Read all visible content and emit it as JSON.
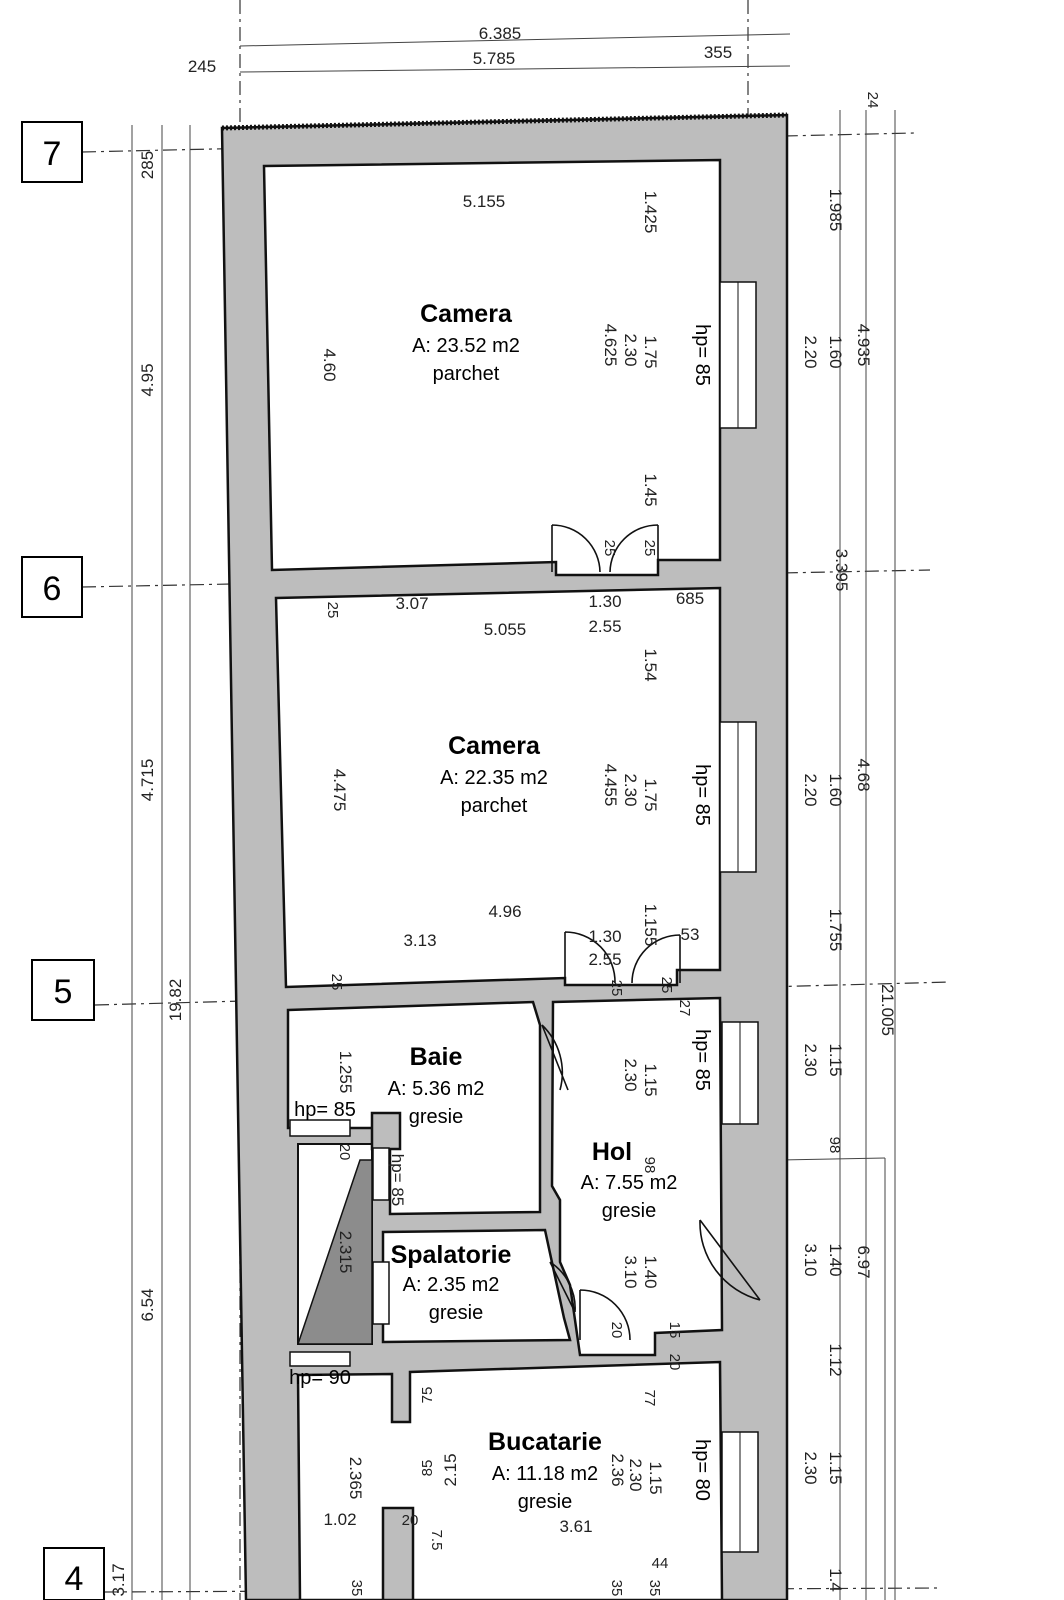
{
  "grid_axes": [
    "7",
    "6",
    "5",
    "4"
  ],
  "rooms": [
    {
      "name": "Camera",
      "area": "A: 23.52 m2",
      "floor": "parchet"
    },
    {
      "name": "Camera",
      "area": "A: 22.35 m2",
      "floor": "parchet"
    },
    {
      "name": "Baie",
      "area": "A: 5.36 m2",
      "floor": "gresie"
    },
    {
      "name": "Hol",
      "area": "A: 7.55 m2",
      "floor": "gresie"
    },
    {
      "name": "Spalatorie",
      "area": "A: 2.35 m2",
      "floor": "gresie"
    },
    {
      "name": "Bucatarie",
      "area": "A: 11.18 m2",
      "floor": "gresie"
    }
  ],
  "windows": [
    "hp= 85",
    "hp= 85",
    "hp= 85",
    "hp= 80",
    "hp= 85",
    "hp= 85",
    "hp= 90"
  ],
  "dims": {
    "top_overall": "6.385",
    "top_inner": "5.785",
    "top_left": "245",
    "top_right": "355",
    "left_a": "285",
    "left_b": "4.95",
    "left_c": "4.715",
    "left_d": "6.54",
    "left_total": "19.82",
    "left_e": "3.17",
    "r1_width": "5.155",
    "r1_height": "4.60",
    "r1_h2": "4.625",
    "r1_a": "1.425",
    "r1_b": "2.30",
    "r1_c": "1.75",
    "r1_d": "1.45",
    "r1_e": "25",
    "r1_f": "25",
    "mid_a": "25",
    "mid_b": "3.07",
    "mid_c": "1.30",
    "mid_d": "685",
    "mid_e": "5.055",
    "mid_f": "2.55",
    "r2_a": "1.54",
    "r2_h": "4.475",
    "r2_h2": "4.455",
    "r2_b": "2.30",
    "r2_c": "1.75",
    "r2_w": "4.96",
    "r2_d": "3.13",
    "r2_e": "1.30",
    "r2_f": "1.155",
    "r2_g": "53",
    "r2_i": "2.55",
    "r2_j": "25",
    "r2_k": "25",
    "r2_l": "25",
    "r2_m": "27",
    "b_a": "1.255",
    "b_b": "20",
    "b_c": "2.315",
    "hol_a": "2.30",
    "hol_b": "1.15",
    "hol_c": "98",
    "hol_d": "3.10",
    "hol_e": "1.40",
    "hol_f": "20",
    "hol_g": "15",
    "hol_h": "20",
    "k_a": "75",
    "k_b": "77",
    "k_c": "85",
    "k_d": "2.15",
    "k_e": "2.365",
    "k_f": "2.36",
    "k_g": "2.30",
    "k_h": "1.15",
    "k_i": "1.02",
    "k_j": "20",
    "k_k": "3.61",
    "k_l": "7.5",
    "k_m": "44",
    "k_n": "35",
    "k_o": "35",
    "k_p": "35",
    "right_a": "24",
    "right_b": "1.985",
    "right_c": "2.20",
    "right_d": "1.60",
    "right_e": "4.935",
    "right_f": "3.395",
    "right_g": "2.20",
    "right_h": "1.60",
    "right_i": "4.68",
    "right_j": "1.755",
    "right_k": "2.30",
    "right_l": "1.15",
    "right_m": "21.005",
    "right_n": "98",
    "right_o": "3.10",
    "right_p": "1.40",
    "right_q": "6.97",
    "right_r": "1.12",
    "right_s": "2.30",
    "right_t": "1.15",
    "right_u": "1.4"
  }
}
